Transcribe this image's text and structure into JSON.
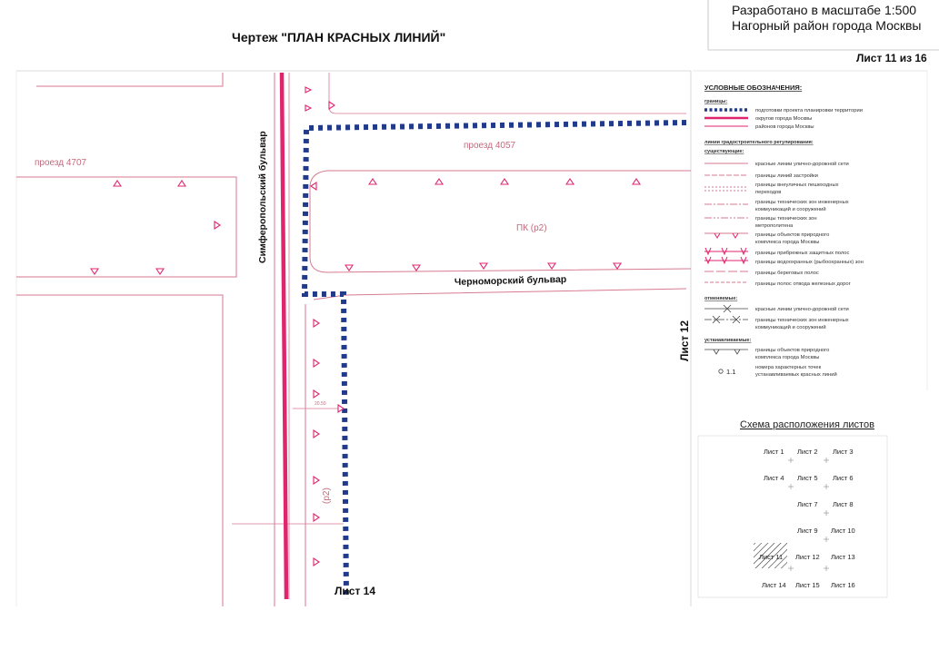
{
  "title": "Чертеж \"ПЛАН КРАСНЫХ ЛИНИЙ\"",
  "stamp": {
    "line1": "Разработано в масштабе 1:500",
    "line2": "Нагорный район города Москвы"
  },
  "sheet_label": "Лист 11 из 16",
  "side_label_right": "Лист 12",
  "side_label_bottom": "Лист 14",
  "streets": {
    "simferopolsky": "Симферопольский бульвар",
    "chernomorsky": "Черноморский бульвар",
    "proezd_4057": "проезд 4057",
    "proezd_4707": "проезд 4707"
  },
  "zones": {
    "pk": "ПК (р2)",
    "p2": "(р2)"
  },
  "dimension": "20.50",
  "colors": {
    "red_line": "#e0256f",
    "boundary_blue": "#223a8a",
    "fine_line": "#d77a90",
    "triangle": "#e0256f"
  },
  "legend": {
    "title": "УСЛОВНЫЕ ОБОЗНАЧЕНИЯ:",
    "group_boundaries": "границы:",
    "items_boundaries": [
      "подготовки проекта планировки территории",
      "округов города Москвы",
      "районов города Москвы"
    ],
    "group_regulation": "линии градостроительного регулирования:",
    "group_existing": "существующие:",
    "items_existing": [
      [
        "красные линии улично-дорожной сети"
      ],
      [
        "границы линий застройки"
      ],
      [
        "границы внеуличных пешеходных",
        "переходов"
      ],
      [
        "границы технических зон инженерных",
        "коммуникаций и сооружений"
      ],
      [
        "границы технических зон",
        "метрополитена"
      ],
      [
        "границы объектов природного",
        "комплекса города Москвы"
      ],
      [
        "границы прибрежных защитных полос"
      ],
      [
        "границы водоохранных (рыбоохранных) зон"
      ],
      [
        "границы береговых полос"
      ],
      [
        "границы полос отвода железных дорог"
      ]
    ],
    "group_cancelled": "отменяемые:",
    "items_cancelled": [
      [
        "красные линии улично-дорожной сети"
      ],
      [
        "границы технических зон инженерных",
        "коммуникаций и сооружений"
      ]
    ],
    "group_established": "устанавливаемые:",
    "items_established": [
      [
        "границы объектов природного",
        "комплекса города Москвы"
      ],
      [
        "номера характерных точек",
        "устанавливаемых красных линий"
      ]
    ],
    "point_sample": "1.1"
  },
  "schema": {
    "title": "Схема расположения листов",
    "rows": [
      [
        "Лист 1",
        "Лист 2",
        "Лист 3"
      ],
      [
        "Лист 4",
        "Лист 5",
        "Лист 6"
      ],
      [
        "",
        "Лист 7",
        "Лист 8"
      ],
      [
        "",
        "Лист 9",
        "Лист 10"
      ],
      [
        "Лист 11",
        "Лист 12",
        "Лист 13"
      ],
      [
        "Лист 14",
        "Лист 15",
        "Лист 16"
      ]
    ]
  }
}
